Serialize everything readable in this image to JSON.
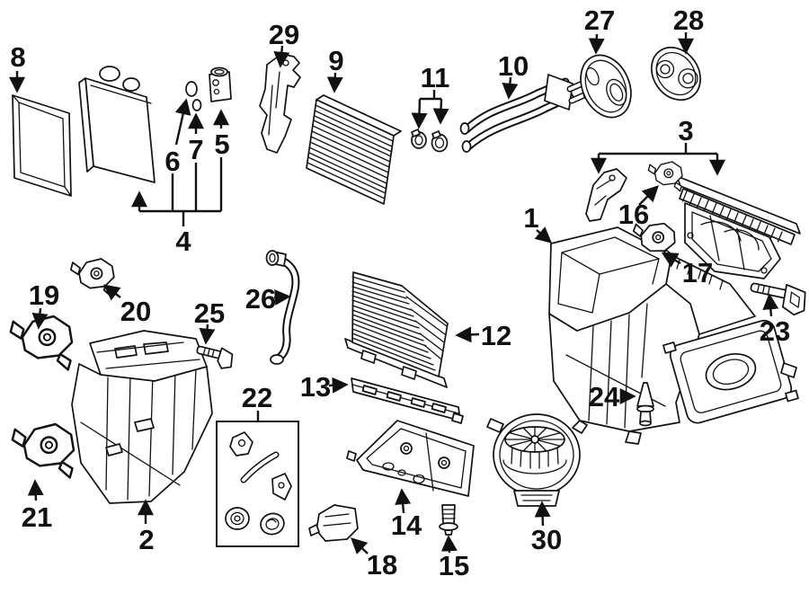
{
  "diagram": {
    "background_color": "#ffffff",
    "line_color": "#111111"
  },
  "callouts": {
    "n1": "1",
    "n2": "2",
    "n3": "3",
    "n4": "4",
    "n5": "5",
    "n6": "6",
    "n7": "7",
    "n8": "8",
    "n9": "9",
    "n10": "10",
    "n11": "11",
    "n12": "12",
    "n13": "13",
    "n14": "14",
    "n15": "15",
    "n16": "16",
    "n17": "17",
    "n18": "18",
    "n19": "19",
    "n20": "20",
    "n21": "21",
    "n22": "22",
    "n23": "23",
    "n24": "24",
    "n25": "25",
    "n26": "26",
    "n27": "27",
    "n28": "28",
    "n29": "29",
    "n30": "30"
  }
}
